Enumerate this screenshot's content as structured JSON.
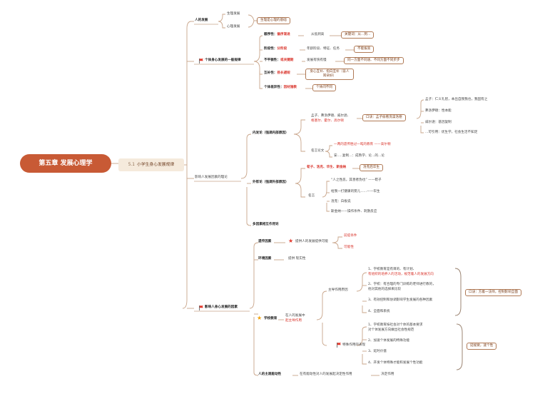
{
  "root": {
    "title": "第五章 发展心理学"
  },
  "section": {
    "number": "5.1",
    "title": "小学生身心发展规律"
  },
  "b1": {
    "title": "人的发展",
    "c1": "生理发展",
    "c2": "心理发展",
    "note": "生理是心理的基础"
  },
  "b2": {
    "title": "个体身心发展的一般规律",
    "r1": {
      "label": "顺序性：",
      "key": "循序渐进",
      "desc": "从低到高",
      "box": "关键词：从...到..."
    },
    "r2": {
      "label": "阶段性：",
      "key": "分阶段",
      "desc": "年龄阶段、特征、任务",
      "box": "不能拔高"
    },
    "r3": {
      "label": "不平衡性：",
      "key": "或关键期",
      "desc": "发展有快有慢",
      "box": "同一方面不同速、不同方面不同步步"
    },
    "r4": {
      "label": "互补性：",
      "key": "扬长避短",
      "box": "身心互补、指向互补（盲人耳朵好）"
    },
    "r5": {
      "label": "个体差异性：",
      "key": "因材施教",
      "box": "个体间不同"
    }
  },
  "b3": {
    "title": "影响人发展因素的理论",
    "inner": {
      "title": "内发论（强调内部原因）",
      "people_line1": "孟子、弗洛伊德、威尔逊、",
      "people_line2": "格塞尔、霍尔、高尔顿",
      "box": "口诀：孟子偷看洗澡洛德",
      "d1": "孟子：仁义礼智，本出自我我也，我固有之",
      "d2": "弗洛伊德：性本能",
      "d3": "威尔逊：基因复制",
      "d4": "...可引用：优生学，社会生活不知足",
      "famous": "名言论文",
      "q1": "一两的遗传胜过一吨的教育 ——高尔顿",
      "q2": "安.....复制...：成熟学、论...的...论"
    },
    "outer": {
      "title": "外铄论（强调外部原因）",
      "people": "荀子、洛克、华生、斯金纳",
      "box": "洛克后华生",
      "famous": "名言",
      "q1": "“人之性恶，其善者伪也” ——荀子",
      "q2": "给我一打健康的婴儿......——华生",
      "q3": "洛克：白板说",
      "q4": "斯金纳——操作条件、刺激反应"
    },
    "multi": "多因素相互作用论"
  },
  "b4": {
    "title": "影响人身心发展的因素",
    "genetic": {
      "label": "遗传因素",
      "desc": "提供人的发展提供可能",
      "c1": "前提条件",
      "c2": "可能性"
    },
    "env": {
      "label": "环境因素",
      "desc": "提供 现实性"
    },
    "school": {
      "label": "学校教育",
      "desc1": "在人的发展中",
      "desc2": "起主导作用",
      "lead": "主导作用原因",
      "l1a": "1、学校教育是有目的、有计划、",
      "l1b": "有组织的培养人的活动，规范着人的发展方向",
      "l2a": "2、学校：有合理的专门训练的老师进行教的，",
      "l2b": "他对其他的选择来比较",
      "l3": "3、有效控制和协调影响学生发展的各种因素",
      "l4": "4、全面和系统",
      "lead_box": "口诀：方着一法师，控制影响全面",
      "special": "特殊作用的表现",
      "s1a": "1、学校教育按社会对个体的基本要求",
      "s1b": "对个体发展方向做出社会性规范",
      "s2": "2、加速个体发展的特殊功能",
      "s3": "3、延时价值",
      "s4": "4、开发个体特殊才能和发展个性功能",
      "special_box": "延规要，速个性"
    },
    "subjective": {
      "label": "人的主观能动性",
      "desc": "在有能动性对人的发展起决定性作用",
      "tail": "决定作用"
    }
  }
}
